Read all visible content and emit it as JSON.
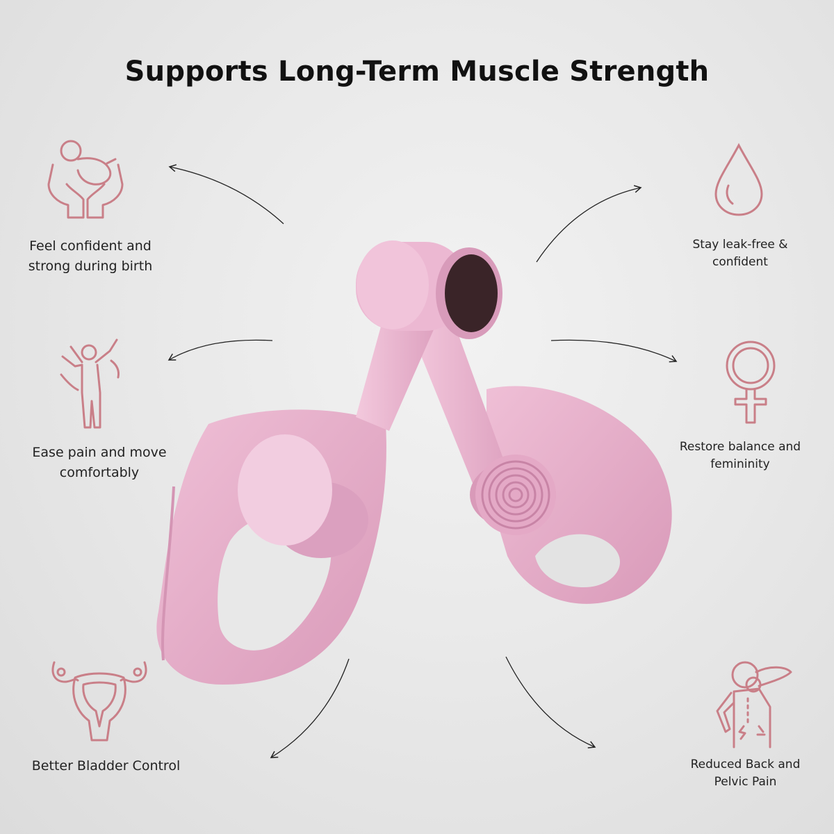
{
  "title": "Supports Long-Term Muscle Strength",
  "accent_color": "#c97f88",
  "product_color": "#e8aecb",
  "benefits": [
    {
      "icon": "baby-in-hands-icon",
      "text": "Feel confident and strong during birth"
    },
    {
      "icon": "stretching-person-icon",
      "text": "Ease pain and move comfortably"
    },
    {
      "icon": "uterus-icon",
      "text": "Better Bladder Control"
    },
    {
      "icon": "water-drop-icon",
      "text": "Stay leak-free & confident"
    },
    {
      "icon": "female-symbol-icon",
      "text": "Restore balance and femininity"
    },
    {
      "icon": "back-pain-icon",
      "text": "Reduced Back and Pelvic Pain"
    }
  ]
}
